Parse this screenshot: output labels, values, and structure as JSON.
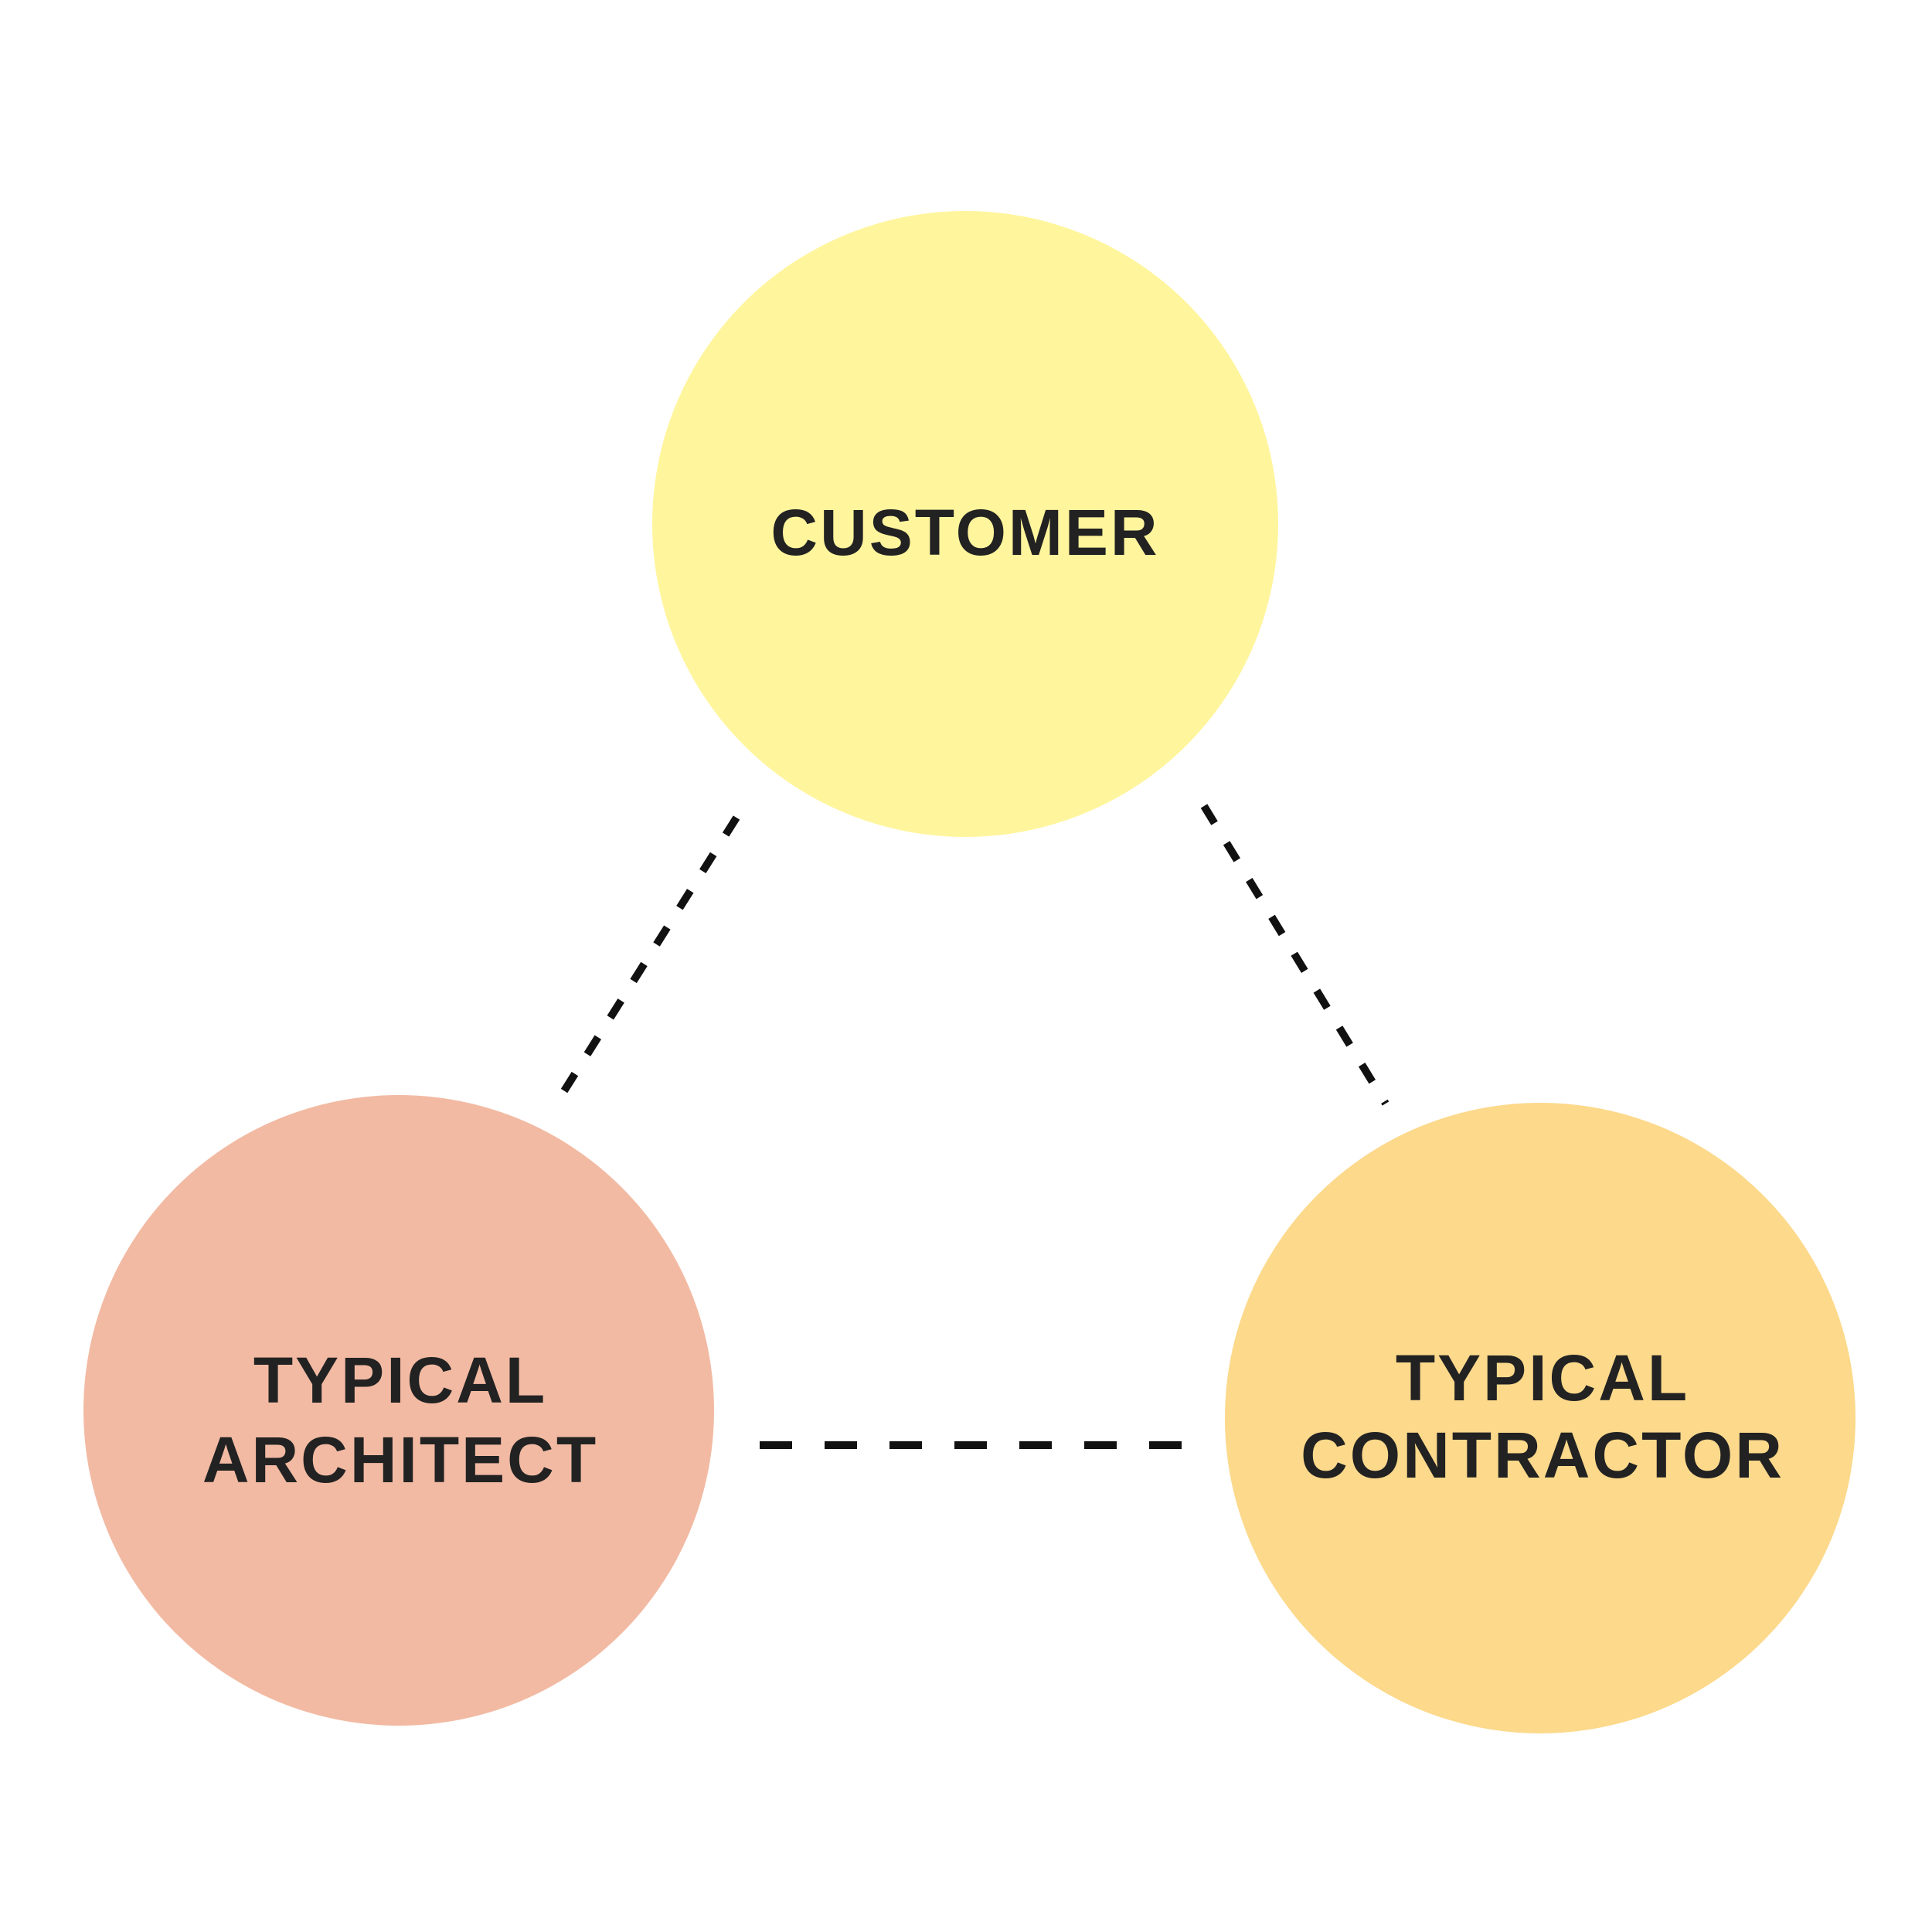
{
  "colors": {
    "customer": "#FFF59D",
    "architect": "#F2BAA3",
    "contractor": "#FCD98B",
    "text": "#222222",
    "connector": "#111111",
    "background": "#FFFFFF"
  },
  "nodes": {
    "customer": {
      "lines": [
        "CUSTOMER"
      ]
    },
    "architect": {
      "lines": [
        "TYPICAL",
        "ARCHITECT"
      ]
    },
    "contractor": {
      "lines": [
        "TYPICAL",
        "CONTRACTOR"
      ]
    }
  },
  "connections": [
    {
      "from": "customer",
      "to": "architect",
      "style": "dashed"
    },
    {
      "from": "customer",
      "to": "contractor",
      "style": "dashed"
    },
    {
      "from": "architect",
      "to": "contractor",
      "style": "dashed"
    }
  ]
}
